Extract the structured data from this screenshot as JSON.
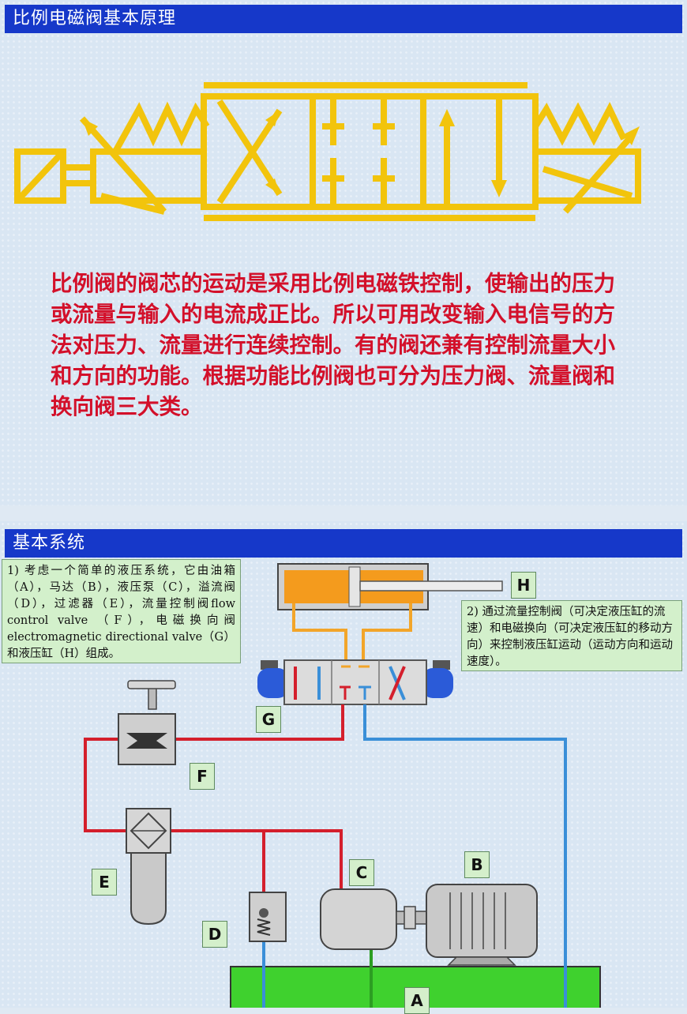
{
  "slide1": {
    "title": "比例电磁阀基本原理",
    "paragraph": "比例阀的阀芯的运动是采用比例电磁铁控制，使输出的压力或流量与输入的电流成正比。所以可用改变输入电信号的方法对压力、流量进行连续控制。有的阀还兼有控制流量大小和方向的功能。根据功能比例阀也可分为压力阀、流量阀和换向阀三大类。",
    "symbol_color": "#f2c40c",
    "text_color": "#d3102a"
  },
  "slide2": {
    "title": "基本系统",
    "note1": "1) 考虑一个简单的液压系统，它由油箱（A），马达（B），液压泵（C），溢流阀（D），过滤器（E），流量控制阀flow control valve （F），电磁换向阀 electromagnetic directional valve（G）和液压缸（H）组成。",
    "note2": "2) 通过流量控制阀（可决定液压缸的流速）和电磁换向（可决定液压缸的移动方向）来控制液压缸运动（运动方向和运动速度）。",
    "labels": {
      "A": "A",
      "B": "B",
      "C": "C",
      "D": "D",
      "E": "E",
      "F": "F",
      "G": "G",
      "H": "H"
    },
    "colors": {
      "title_bar": "#1638c9",
      "pressure_line": "#d41f2c",
      "return_line": "#3a8fd8",
      "cylinder_line": "#f2a52a",
      "tank_fluid": "#3fd12e",
      "note_bg": "#d3f0cb"
    }
  }
}
